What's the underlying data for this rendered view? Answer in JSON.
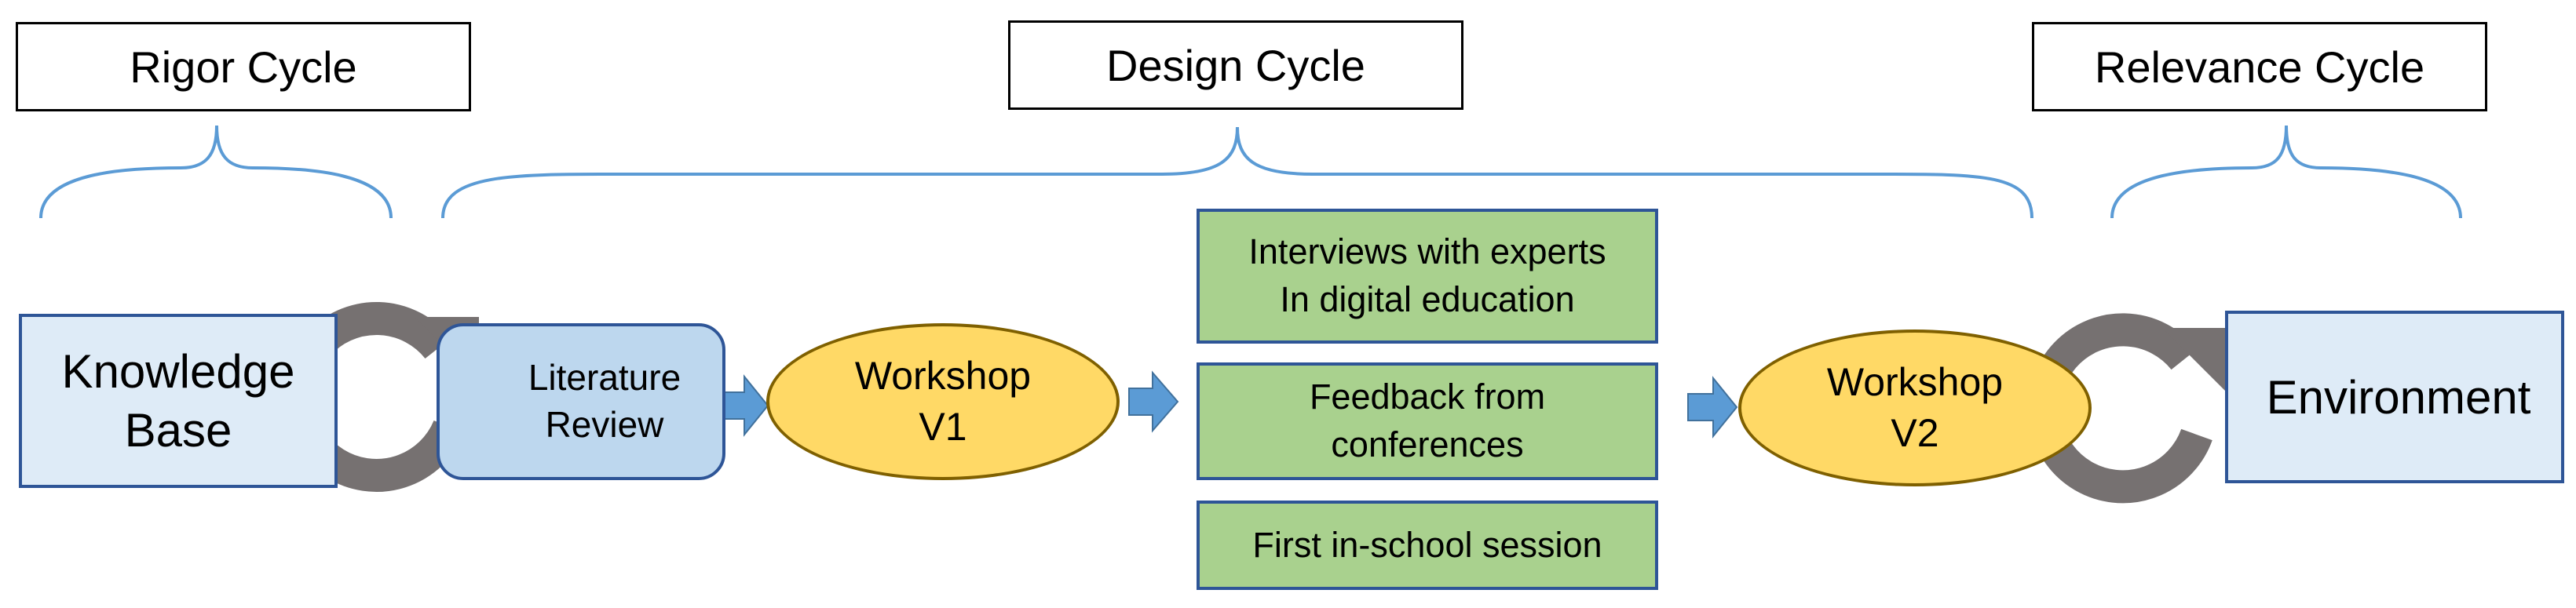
{
  "headers": {
    "rigor": "Rigor Cycle",
    "design": "Design Cycle",
    "relevance": "Relevance Cycle"
  },
  "nodes": {
    "knowledge_base": "Knowledge\nBase",
    "literature_review": "Literature\nReview",
    "workshop_v1": "Workshop\nV1",
    "interviews": "Interviews with experts\nIn digital education",
    "feedback": "Feedback from\nconferences",
    "first_session": "First in-school session",
    "workshop_v2": "Workshop\nV2",
    "environment": "Environment"
  },
  "colors": {
    "brace": "#5b9bd5",
    "arrow": "#5b9bd5",
    "cycle_icon": "#767171",
    "node_border": "#2e5597",
    "green_fill": "#a9d18e",
    "oval_fill": "#ffd966",
    "light_blue": "#deebf7"
  }
}
